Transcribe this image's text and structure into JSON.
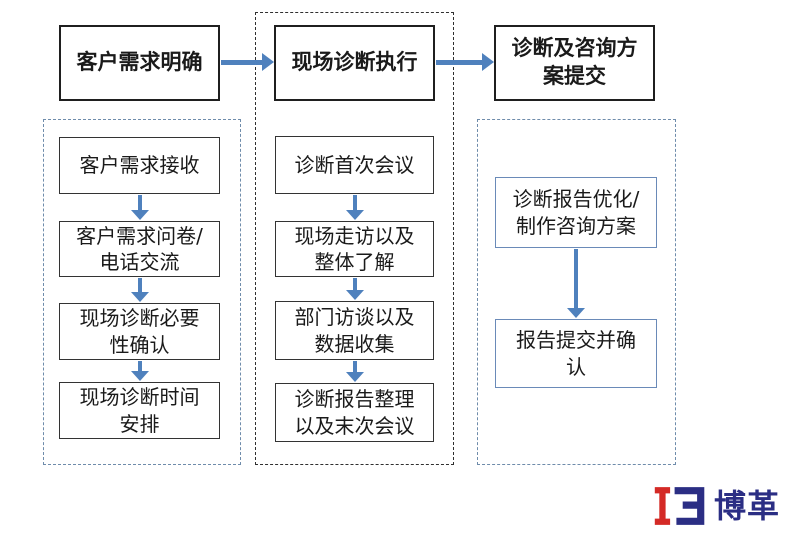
{
  "diagram": {
    "type": "flowchart",
    "language": "zh-CN",
    "phases": [
      {
        "header": "客户需求明确"
      },
      {
        "header": "现场诊断执行"
      },
      {
        "header": "诊断及咨询方\n案提交"
      }
    ],
    "columns": [
      {
        "steps": [
          "客户需求接收",
          "客户需求问卷/\n电话交流",
          "现场诊断必要\n性确认",
          "现场诊断时间\n安排"
        ]
      },
      {
        "steps": [
          "诊断首次会议",
          "现场走访以及\n整体了解",
          "部门访谈以及\n数据收集",
          "诊断报告整理\n以及末次会议"
        ]
      },
      {
        "steps": [
          "诊断报告优化/\n制作咨询方案",
          "报告提交并确\n认"
        ]
      }
    ]
  },
  "logo": {
    "text": "博革"
  },
  "colors": {
    "arrow_blue": "#4f81bd",
    "container_dash_blue": "#6f8cab",
    "container_dash_dark": "#2f2f2f",
    "box_border_dark": "#333333",
    "box_border_blue": "#6a8ab8",
    "logo_red": "#d42a26",
    "logo_blue": "#2b2e84"
  }
}
